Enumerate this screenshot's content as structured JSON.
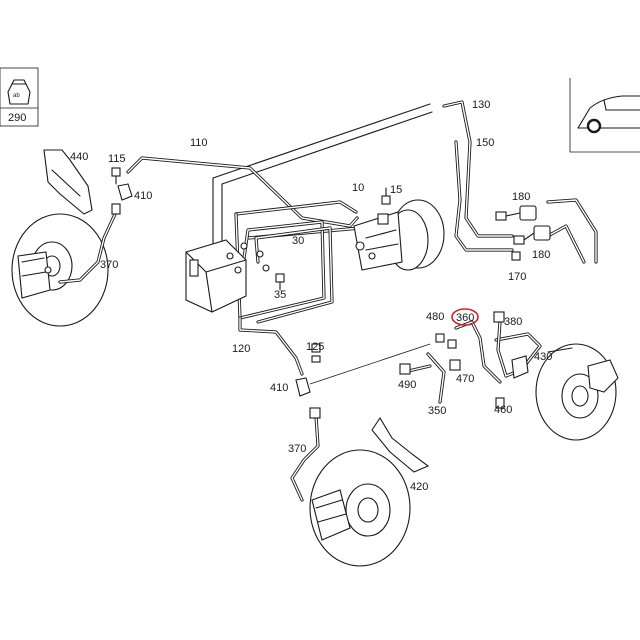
{
  "diagram": {
    "inset_label": "290",
    "callouts": [
      {
        "id": "c130",
        "text": "130"
      },
      {
        "id": "c150",
        "text": "150"
      },
      {
        "id": "c110",
        "text": "110"
      },
      {
        "id": "c440",
        "text": "440"
      },
      {
        "id": "c115",
        "text": "115"
      },
      {
        "id": "c410a",
        "text": "410"
      },
      {
        "id": "c10",
        "text": "10"
      },
      {
        "id": "c15",
        "text": "15"
      },
      {
        "id": "c180a",
        "text": "180"
      },
      {
        "id": "c180b",
        "text": "180"
      },
      {
        "id": "c170",
        "text": "170"
      },
      {
        "id": "c30",
        "text": "30"
      },
      {
        "id": "c370a",
        "text": "370"
      },
      {
        "id": "c35",
        "text": "35"
      },
      {
        "id": "c480",
        "text": "480"
      },
      {
        "id": "c360",
        "text": "360",
        "highlighted": true
      },
      {
        "id": "c380",
        "text": "380"
      },
      {
        "id": "c430",
        "text": "430"
      },
      {
        "id": "c120",
        "text": "120"
      },
      {
        "id": "c125",
        "text": "125"
      },
      {
        "id": "c490",
        "text": "490"
      },
      {
        "id": "c470",
        "text": "470"
      },
      {
        "id": "c410b",
        "text": "410"
      },
      {
        "id": "c350",
        "text": "350"
      },
      {
        "id": "c460",
        "text": "460"
      },
      {
        "id": "c370b",
        "text": "370"
      },
      {
        "id": "c420",
        "text": "420"
      }
    ],
    "highlight_color": "#d62020"
  }
}
